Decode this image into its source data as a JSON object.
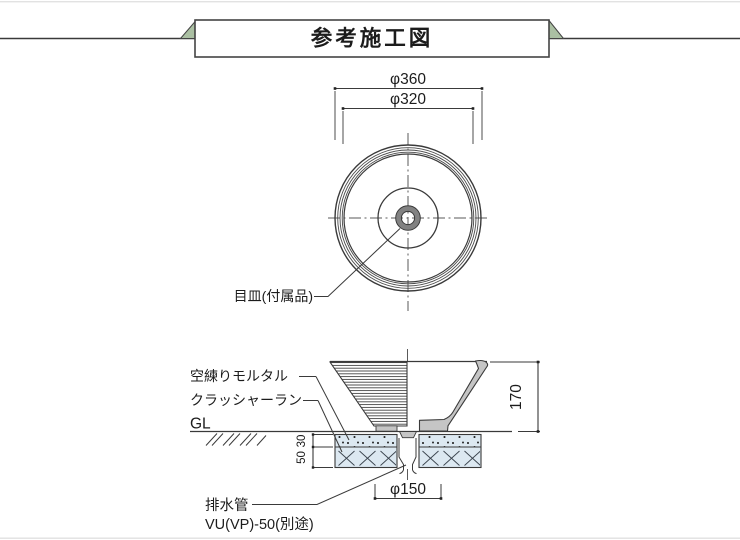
{
  "banner": {
    "title": "参考施工図"
  },
  "top_view": {
    "dim_outer_label": "φ360",
    "dim_inner_label": "φ320",
    "strainer_label": "目皿(付属品)"
  },
  "section": {
    "mortar_label": "空練りモルタル",
    "crusher_label": "クラッシャーラン",
    "gl_label": "GL",
    "height_dim": "170",
    "mortar_depth_dim": "30",
    "crusher_depth_dim": "50",
    "pipe_dia_dim": "φ150",
    "drain_label_line1": "排水管",
    "drain_label_line2": "VU(VP)-50(別途)"
  },
  "colors": {
    "line": "#3a3a3a",
    "ribbon_green": "#abc0a3",
    "gravel_fill": "#dce8f1",
    "wall_gray": "#c5c5c5",
    "strainer_gray": "#828282"
  }
}
